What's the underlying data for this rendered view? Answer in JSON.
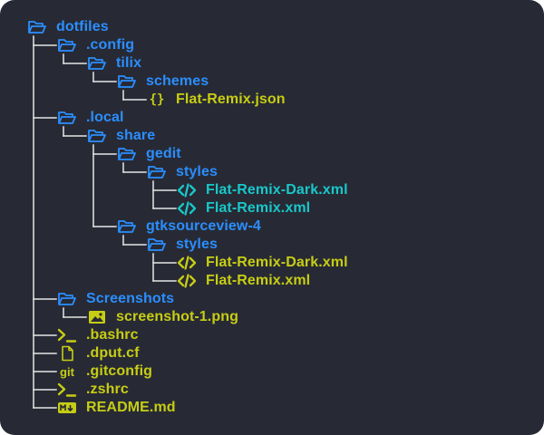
{
  "colors": {
    "background": "#272a34",
    "tree_lines": "#e6e6e6",
    "directory": "#2b8eff",
    "file": "#c7cd14",
    "xml_highlight": "#19c7c9"
  },
  "tree": [
    {
      "name": "dotfiles",
      "type": "dir",
      "icon": "folder-open-icon"
    },
    {
      "name": ".config",
      "type": "dir",
      "icon": "folder-open-icon"
    },
    {
      "name": "tilix",
      "type": "dir",
      "icon": "folder-open-icon"
    },
    {
      "name": "schemes",
      "type": "dir",
      "icon": "folder-open-icon"
    },
    {
      "name": "Flat-Remix.json",
      "type": "file",
      "icon": "json-braces-icon"
    },
    {
      "name": ".local",
      "type": "dir",
      "icon": "folder-open-icon"
    },
    {
      "name": "share",
      "type": "dir",
      "icon": "folder-open-icon"
    },
    {
      "name": "gedit",
      "type": "dir",
      "icon": "folder-open-icon"
    },
    {
      "name": "styles",
      "type": "dir",
      "icon": "folder-open-icon"
    },
    {
      "name": "Flat-Remix-Dark.xml",
      "type": "file",
      "icon": "code-icon",
      "highlight": true
    },
    {
      "name": "Flat-Remix.xml",
      "type": "file",
      "icon": "code-icon",
      "highlight": true
    },
    {
      "name": "gtksourceview-4",
      "type": "dir",
      "icon": "folder-open-icon"
    },
    {
      "name": "styles",
      "type": "dir",
      "icon": "folder-open-icon"
    },
    {
      "name": "Flat-Remix-Dark.xml",
      "type": "file",
      "icon": "code-icon"
    },
    {
      "name": "Flat-Remix.xml",
      "type": "file",
      "icon": "code-icon"
    },
    {
      "name": "Screenshots",
      "type": "dir",
      "icon": "folder-open-icon"
    },
    {
      "name": "screenshot-1.png",
      "type": "file",
      "icon": "image-icon"
    },
    {
      "name": ".bashrc",
      "type": "file",
      "icon": "terminal-icon"
    },
    {
      "name": ".dput.cf",
      "type": "file",
      "icon": "document-icon"
    },
    {
      "name": ".gitconfig",
      "type": "file",
      "icon": "git-icon"
    },
    {
      "name": ".zshrc",
      "type": "file",
      "icon": "terminal-icon"
    },
    {
      "name": "README.md",
      "type": "file",
      "icon": "markdown-icon"
    }
  ],
  "icon_glyphs": {
    "json-braces-icon": "{}",
    "git-icon": "git"
  }
}
